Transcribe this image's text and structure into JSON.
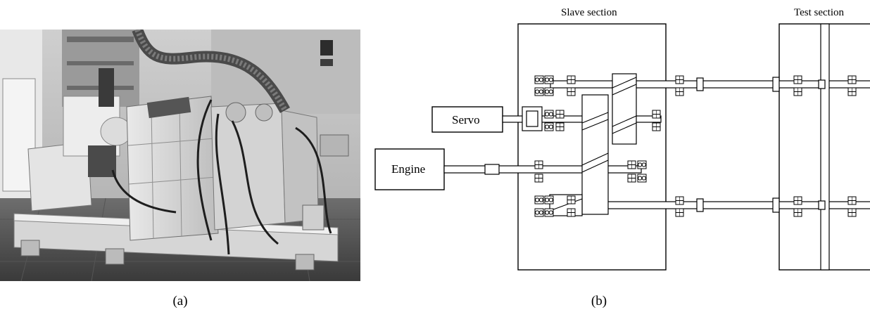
{
  "captions": {
    "a": "(a)",
    "b": "(b)"
  },
  "schematic": {
    "slave_section": "Slave section",
    "test_section": "Test section",
    "servo": "Servo",
    "engine": "Engine"
  }
}
